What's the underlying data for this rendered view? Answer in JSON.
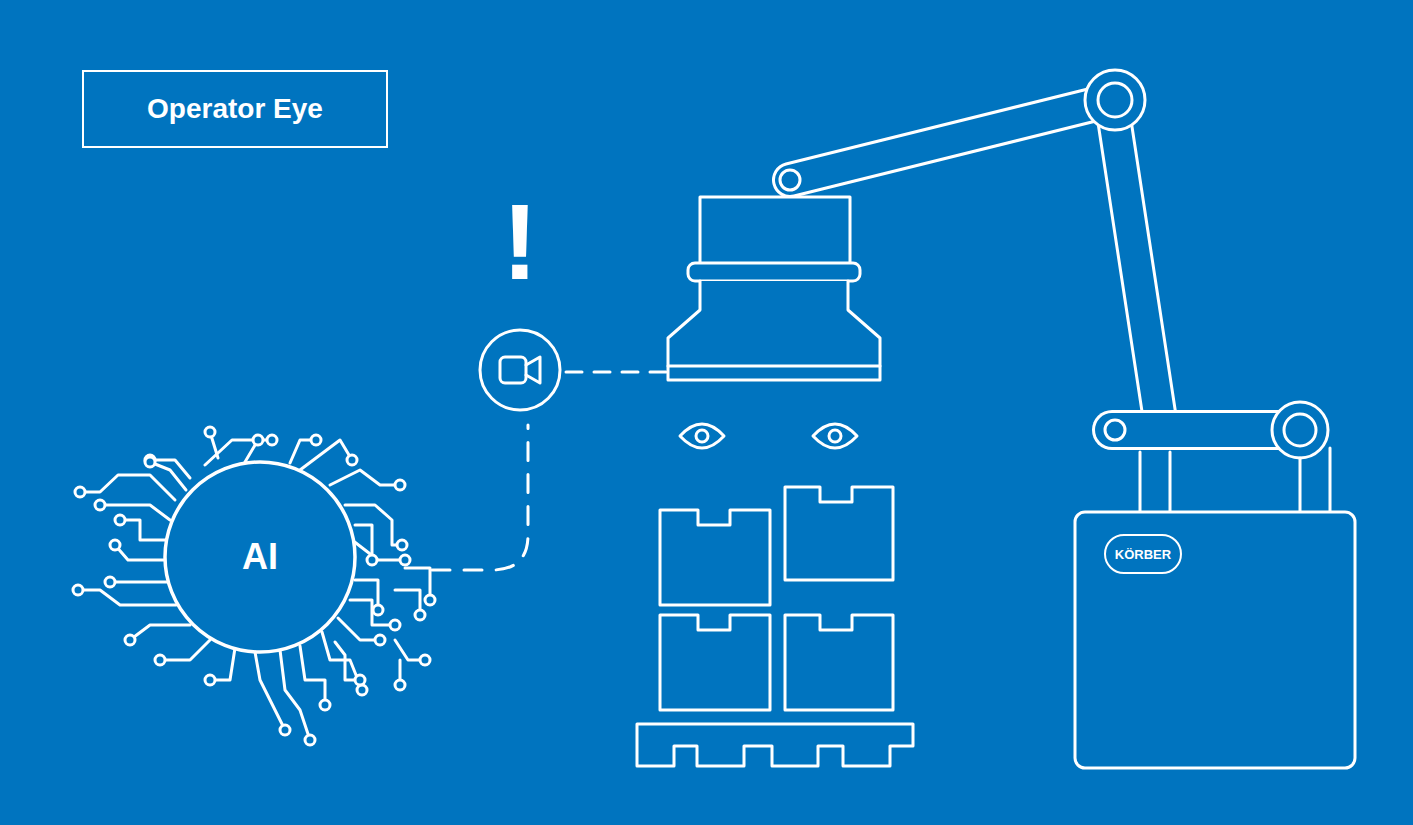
{
  "diagram": {
    "nodes": [
      {
        "text": [
          "Operator Eye"
        ]
      },
      {
        "text": [
          "AI"
        ]
      },
      {
        "text": [
          "KÖRBER"
        ]
      }
    ],
    "labels": [
      "!"
    ]
  }
}
